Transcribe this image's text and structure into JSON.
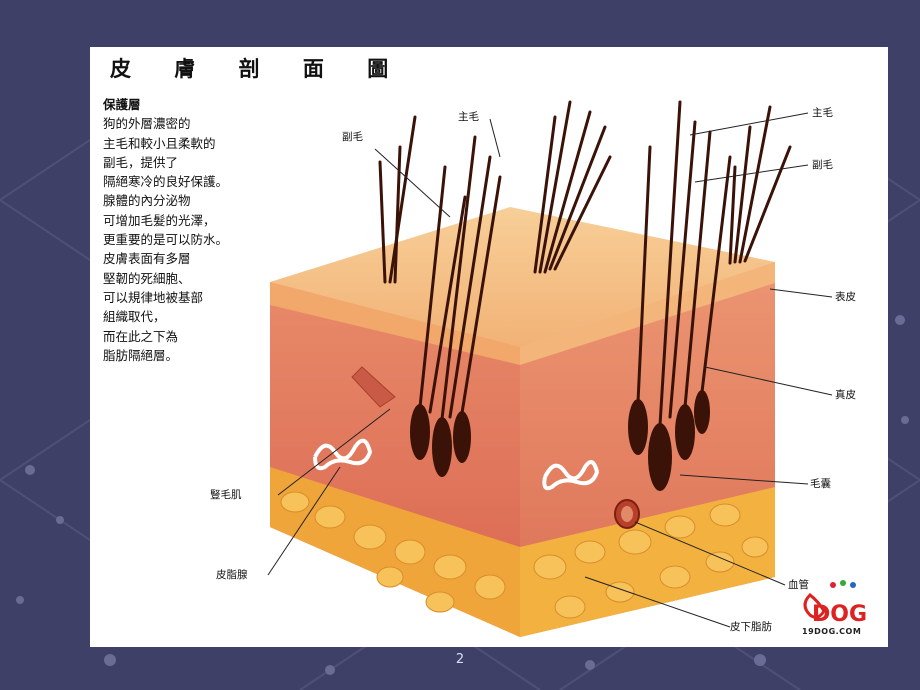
{
  "slide": {
    "title": "皮 膚 剖 面 圖",
    "heading": "保護層",
    "body_lines": [
      "狗的外層濃密的",
      "主毛和較小且柔軟的",
      "副毛，提供了",
      "隔絕寒冷的良好保護。",
      "腺體的內分泌物",
      "可增加毛髮的光澤，",
      "更重要的是可以防水。",
      "皮膚表面有多層",
      "堅韌的死細胞、",
      "可以規律地被基部",
      "組織取代，",
      "而在此之下為",
      "脂肪隔絕層。"
    ],
    "labels": {
      "primary_hair_1": "主毛",
      "secondary_hair_1": "副毛",
      "primary_hair_2": "主毛",
      "secondary_hair_2": "副毛",
      "epidermis": "表皮",
      "dermis": "真皮",
      "hair_follicle": "毛囊",
      "arrector_muscle": "豎毛肌",
      "sebaceous_gland": "皮脂腺",
      "blood_vessel": "血管",
      "subcutaneous_fat": "皮下脂肪"
    },
    "logo_url": "19DOG.COM",
    "page_number": "2"
  },
  "colors": {
    "background": "#3f4068",
    "slide": "#ffffff",
    "epidermis": "#f3b27a",
    "dermis": "#e07660",
    "fat": "#f4b23e",
    "hair": "#3a1208"
  }
}
